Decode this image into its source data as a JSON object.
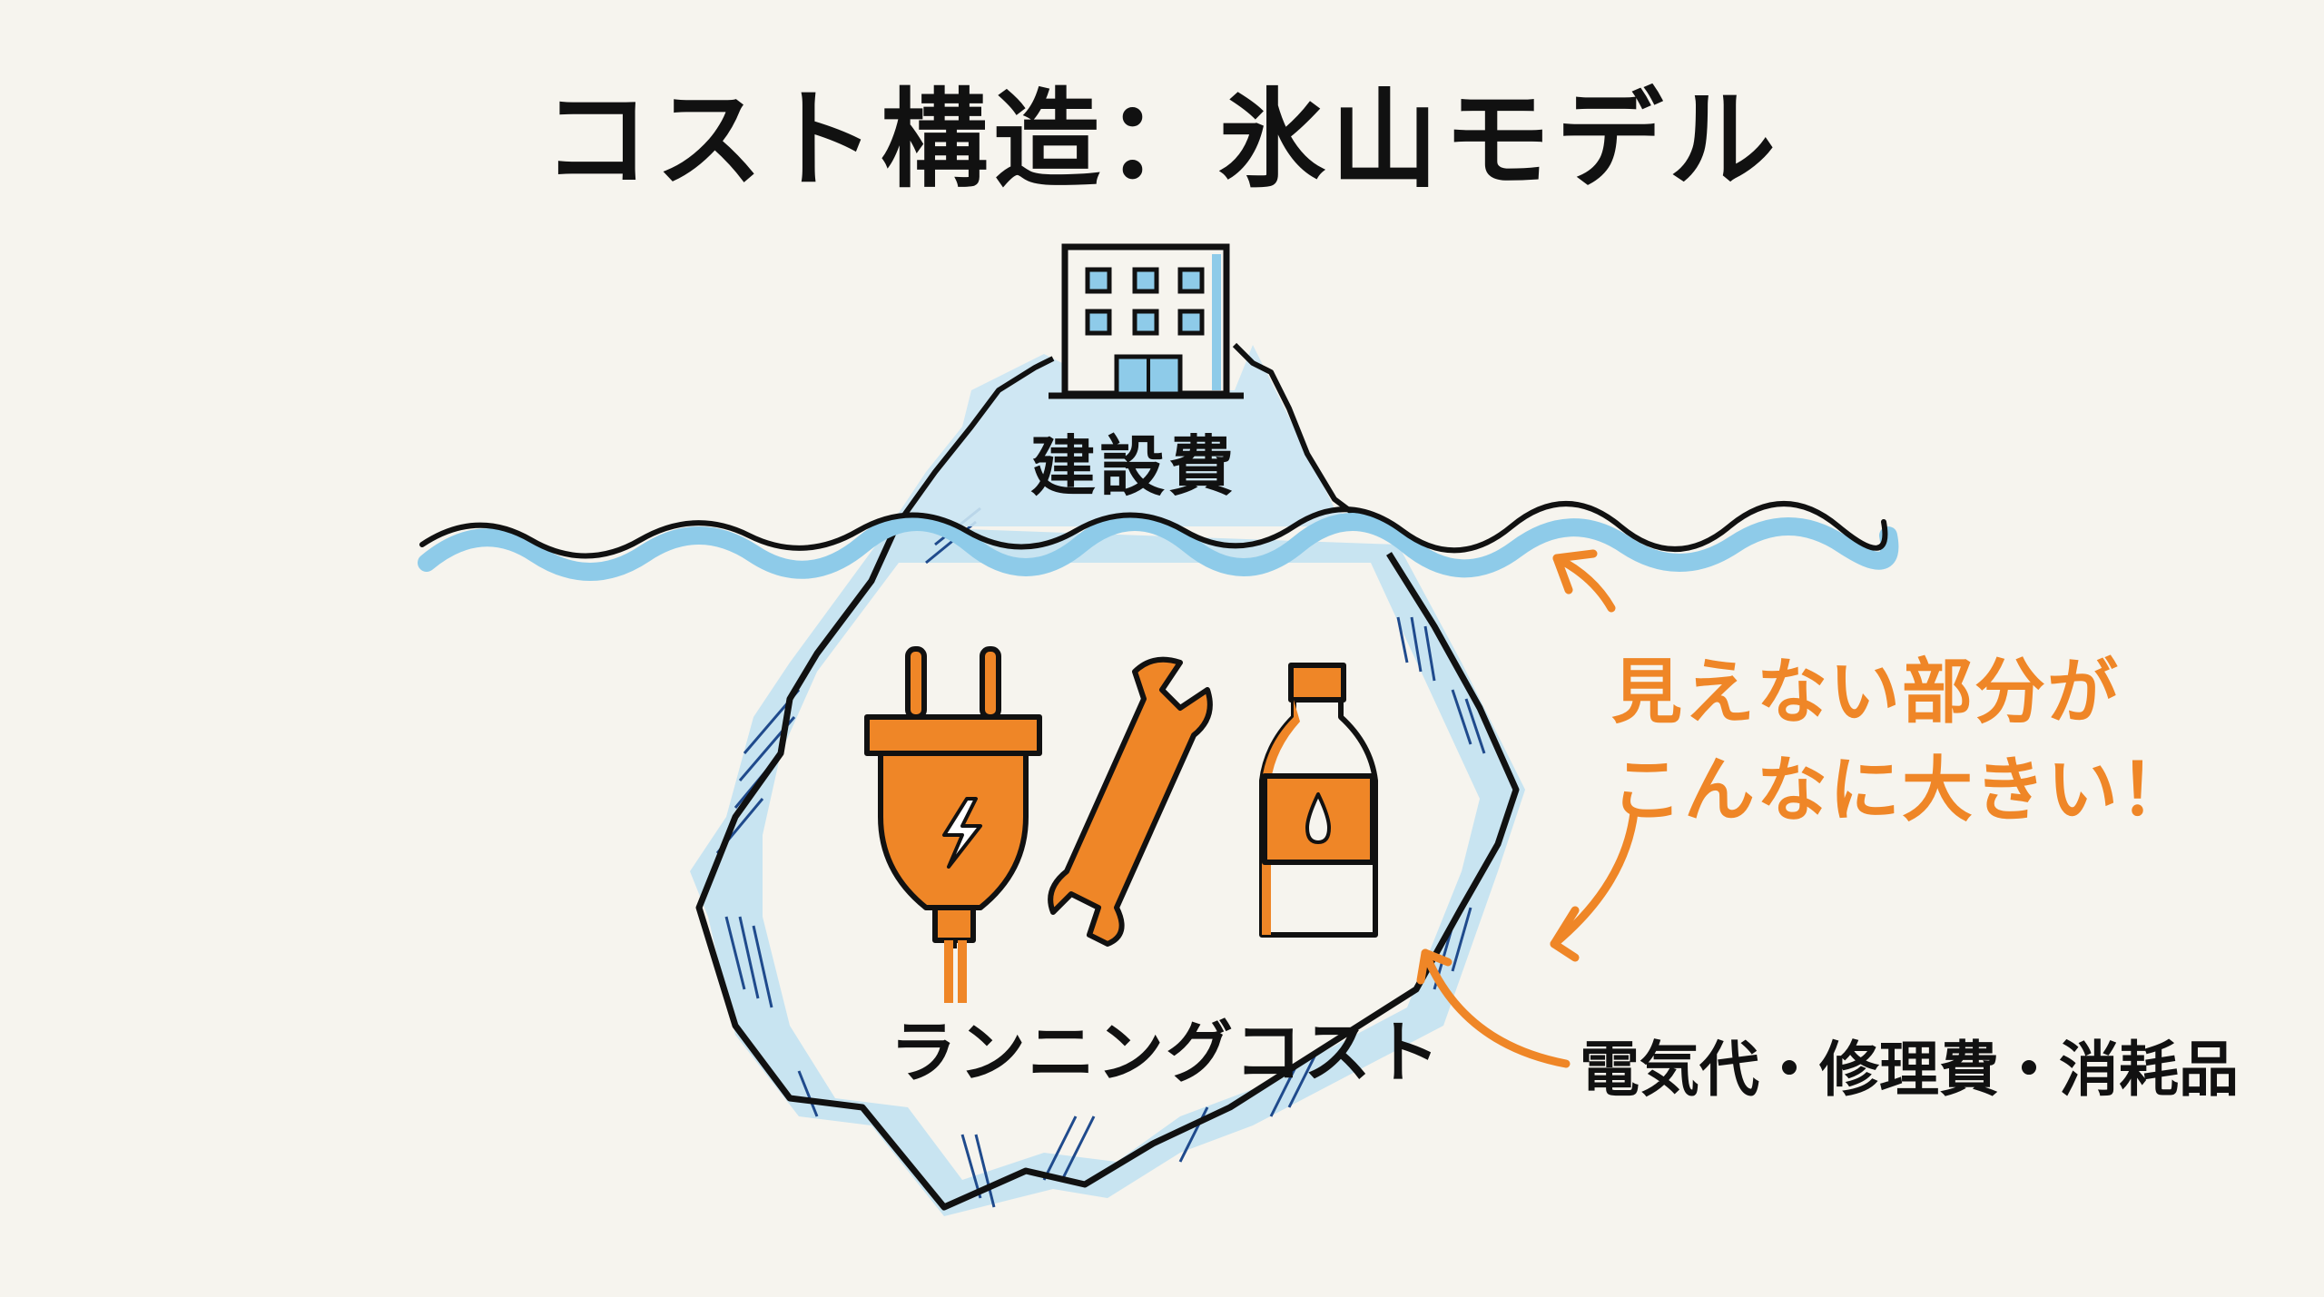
{
  "title": "コスト構造：氷山モデル",
  "above_water": {
    "label": "建設費",
    "icon": "building-icon"
  },
  "below_water": {
    "label": "ランニングコスト",
    "icons": [
      "power-plug-icon",
      "wrench-icon",
      "bottle-icon"
    ]
  },
  "callout": {
    "line1": "見えない部分が",
    "line2": "こんなに大きい！"
  },
  "items_text": "電気代・修理費・消耗品",
  "colors": {
    "background": "#f6f4ee",
    "ice_blue": "#8ecbe9",
    "hatch_blue": "#1f4a8c",
    "orange": "#ef8627",
    "ink": "#111111"
  }
}
